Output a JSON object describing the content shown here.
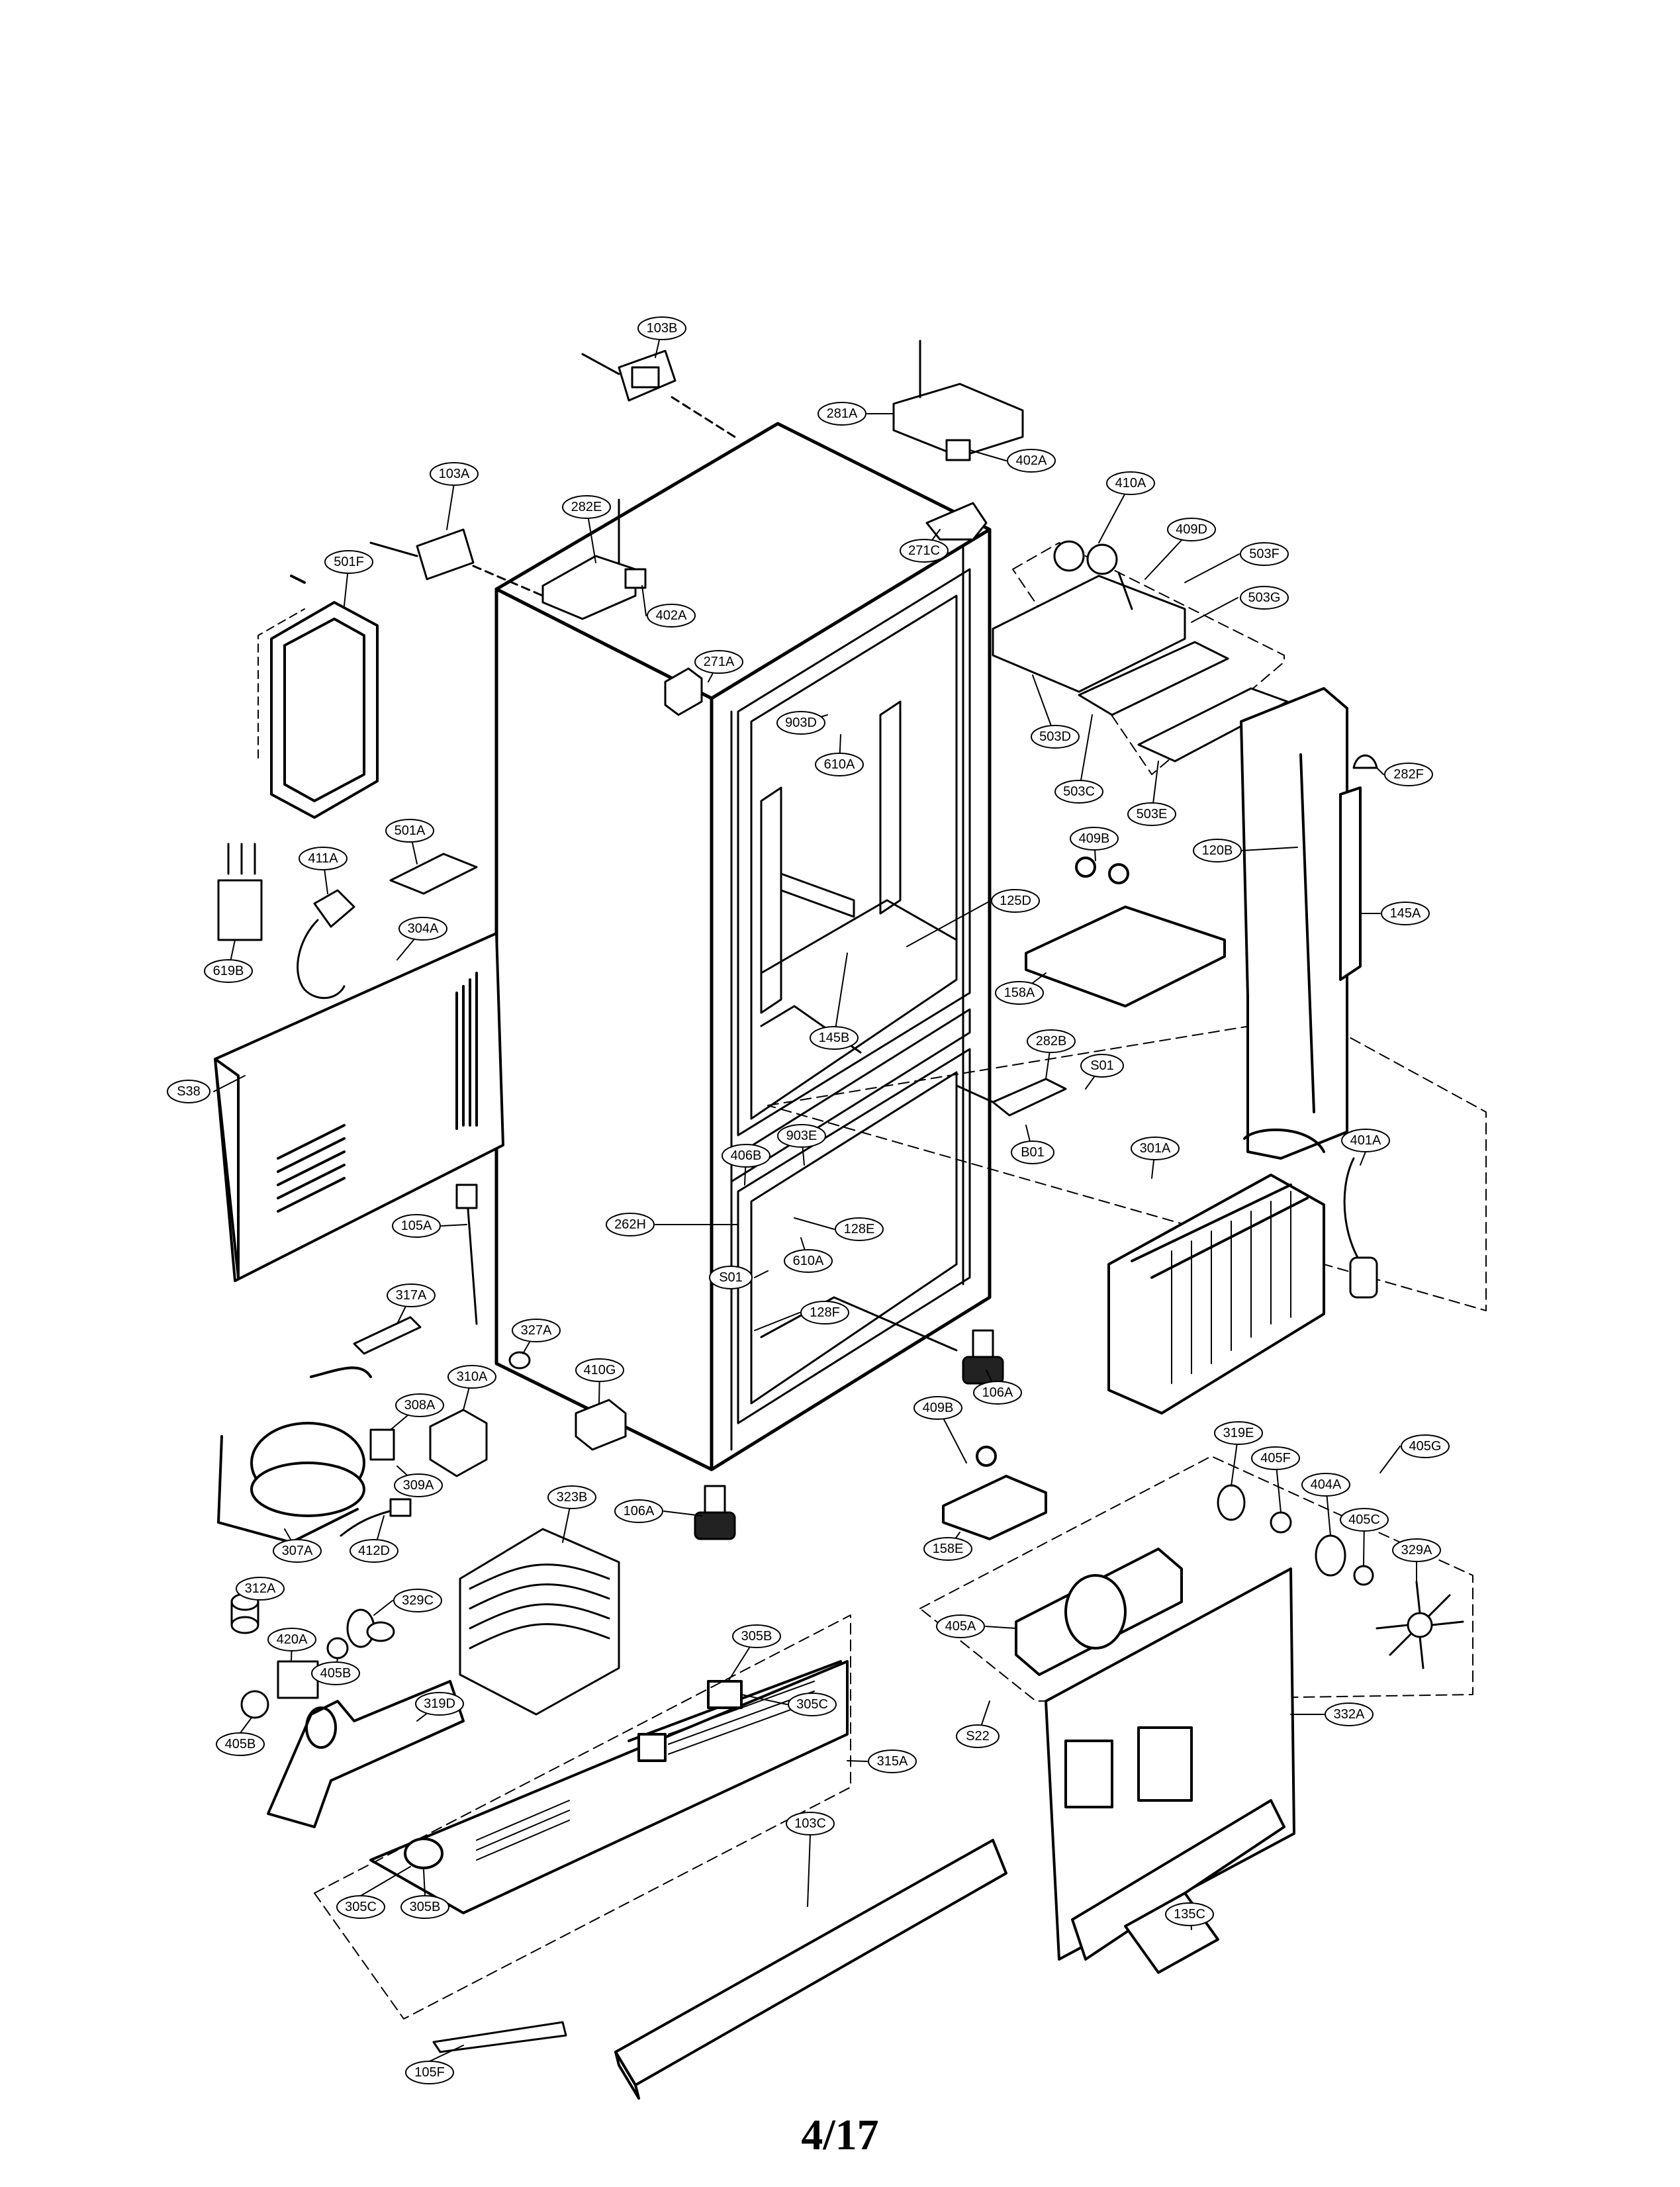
{
  "page_number": "4/17",
  "part_labels": [
    "103B",
    "281A",
    "402A",
    "103A",
    "282E",
    "402A",
    "410A",
    "409D",
    "503F",
    "503G",
    "501F",
    "271C",
    "271A",
    "903D",
    "610A",
    "503D",
    "503C",
    "503E",
    "282F",
    "501A",
    "411A",
    "409B",
    "120B",
    "125D",
    "145A",
    "304A",
    "619B",
    "158A",
    "145B",
    "282B",
    "S01",
    "S38",
    "B01",
    "903E",
    "406B",
    "301A",
    "401A",
    "262H",
    "128E",
    "105A",
    "610A",
    "S01",
    "128F",
    "317A",
    "327A",
    "410G",
    "106A",
    "409B",
    "308A",
    "310A",
    "309A",
    "319E",
    "405F",
    "405G",
    "404A",
    "405C",
    "323B",
    "106A",
    "158E",
    "329A",
    "307A",
    "412D",
    "312A",
    "329C",
    "405A",
    "420A",
    "305B",
    "405B",
    "305C",
    "319D",
    "S22",
    "332A",
    "315A",
    "405B",
    "305C",
    "305B",
    "103C",
    "135C",
    "105F"
  ]
}
